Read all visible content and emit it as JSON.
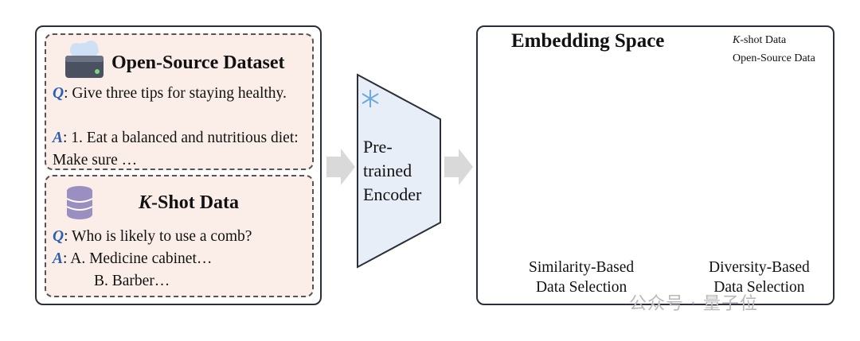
{
  "open_source": {
    "title": "Open-Source Dataset",
    "q_letter": "Q",
    "q_text": ": Give three tips for staying healthy.",
    "a_letter": "A",
    "a_text": ": 1. Eat a balanced and nutritious diet: Make sure …"
  },
  "kshot": {
    "title_k": "K",
    "title_rest": "-Shot Data",
    "q_letter": "Q",
    "q_text": ": Who is likely to use a comb?",
    "a_letter": "A",
    "a_line1": ":  A. Medicine cabinet…",
    "a_line2": "B. Barber…"
  },
  "encoder": {
    "line1": "Pre-",
    "line2": "trained",
    "line3": "Encoder"
  },
  "embedding": {
    "title": "Embedding Space",
    "legend_kshot_k": "K",
    "legend_kshot_rest": "-shot Data",
    "legend_open": "Open-Source Data",
    "similarity_line1": "Similarity-Based",
    "similarity_line2": "Data Selection",
    "diversity_line1": "Diversity-Based",
    "diversity_line2": "Data Selection"
  },
  "colors": {
    "kshot_point": "#1f4e79",
    "open_point": "#6ab04c",
    "arrow": "#d9d9d9",
    "encoder_fill": "#e8eef8"
  },
  "watermark": "公众号 · 量子位"
}
